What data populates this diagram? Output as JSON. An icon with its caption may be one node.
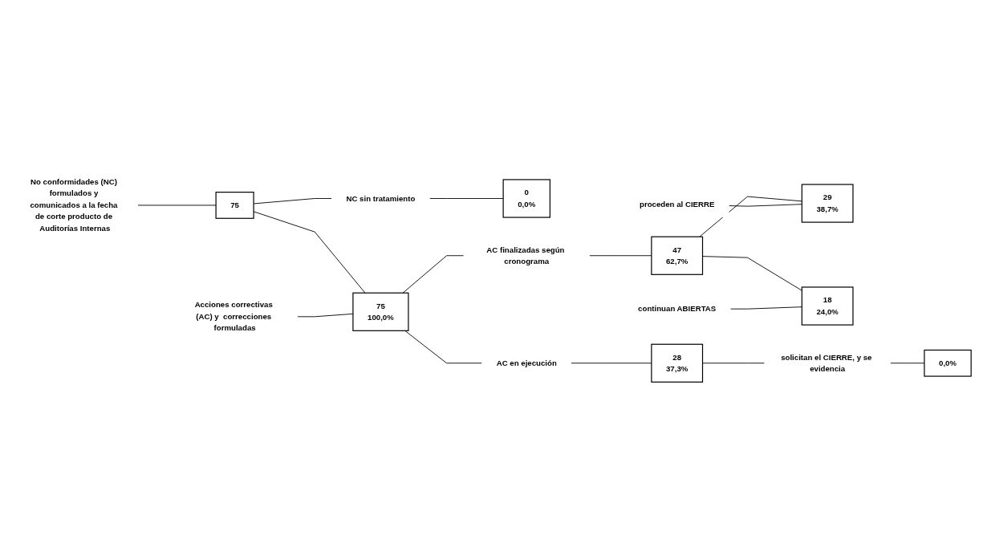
{
  "diagram": {
    "nodes": [
      {
        "text": [
          "No conformidades (NC) formulados y comunicados a la fecha de corte producto de Auditorías Internas"
        ]
      },
      {
        "text": [
          "75"
        ]
      },
      {
        "text": [
          "NC sin tratamiento"
        ]
      },
      {
        "text": [
          "Acciones correctivas (AC) y  correcciones formuladas"
        ]
      },
      {
        "text": [
          "75",
          "100,0%"
        ]
      },
      {
        "text": [
          "0",
          "0,0%"
        ]
      },
      {
        "text": [
          "47",
          "62,7%"
        ]
      },
      {
        "text": [
          "AC finalizadas según cronograma"
        ]
      },
      {
        "text": [
          "proceden al CIERRE"
        ]
      },
      {
        "text": [
          "29",
          "38,7%"
        ]
      },
      {
        "text": [
          "AC en ejecución"
        ]
      },
      {
        "text": [
          "28",
          "37,3%"
        ]
      },
      {
        "text": [
          "continuan ABIERTAS"
        ]
      },
      {
        "text": [
          "18",
          "24,0%"
        ]
      },
      {
        "text": [
          "solicitan el CIERRE, y se evidencia"
        ]
      },
      {
        "text": [
          "0,0%"
        ]
      }
    ],
    "edges": [
      {
        "from": 0,
        "to": 1,
        "arrow": "none"
      },
      {
        "from": 1,
        "to": 4,
        "arrow": "none"
      },
      {
        "from": 1,
        "to": 2,
        "arrow": "none"
      },
      {
        "from": 2,
        "to": 5,
        "arrow": "none"
      },
      {
        "from": 3,
        "to": 4,
        "arrow": "none"
      },
      {
        "from": 4,
        "to": 7,
        "arrow": "none"
      },
      {
        "from": 4,
        "to": 10,
        "arrow": "none"
      },
      {
        "from": 7,
        "to": 6,
        "arrow": "none"
      },
      {
        "from": 6,
        "to": 9,
        "arrow": "none"
      },
      {
        "from": 8,
        "to": 9,
        "arrow": "none"
      },
      {
        "from": 6,
        "to": 13,
        "arrow": "none"
      },
      {
        "from": 12,
        "to": 13,
        "arrow": "none"
      },
      {
        "from": 10,
        "to": 11,
        "arrow": "none"
      },
      {
        "from": 11,
        "to": 14,
        "arrow": "none"
      },
      {
        "from": 14,
        "to": 15,
        "arrow": "none"
      }
    ]
  }
}
